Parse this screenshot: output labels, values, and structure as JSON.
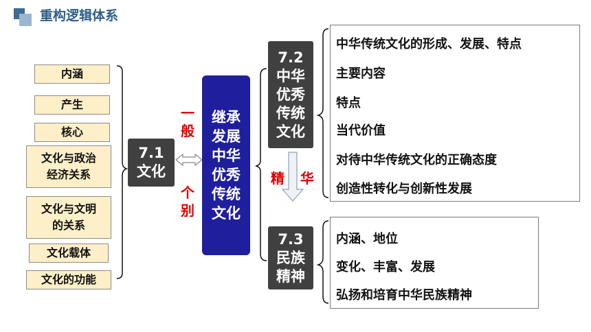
{
  "header": {
    "title": "重构逻辑体系"
  },
  "left_items": [
    "内涵",
    "产生",
    "核心",
    "文化与政治\n经济关系",
    "文化与文明\n的关系",
    "文化载体",
    "文化的功能"
  ],
  "center_left": {
    "num": "7.1",
    "label": "文化"
  },
  "relation_labels": {
    "general": "一般",
    "individual": "个别"
  },
  "center_main": "继承\n发展\n中华\n优秀\n传统\n文化",
  "node_72": {
    "num": "7.2",
    "label": "中华\n优秀\n传统\n文化"
  },
  "node_73": {
    "num": "7.3",
    "label": "民族\n精神"
  },
  "essence_label": {
    "left": "精",
    "right": "华"
  },
  "list_72": [
    "中华传统文化的形成、发展、特点",
    "主要内容",
    "特点",
    "当代价值",
    "对待中华传统文化的正确态度",
    "创造性转化与创新性发展"
  ],
  "list_73": [
    "内涵、地位",
    "变化、丰富、发展",
    "弘扬和培育中华民族精神"
  ],
  "colors": {
    "title": "#2e5f8a",
    "tan_box": "#fdefc8",
    "dark_box": "#404040",
    "blue_box": "#1f1f9e",
    "accent_red": "#e00000"
  }
}
